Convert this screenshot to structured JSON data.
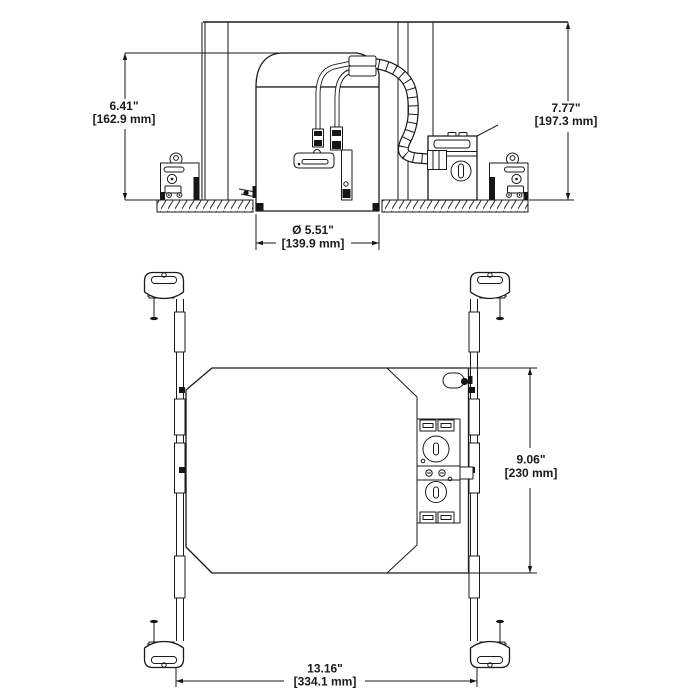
{
  "drawing": {
    "ink_color": "#1a1a1a",
    "background_color": "#ffffff"
  },
  "dims": {
    "housing_height": {
      "in": "6.41\"",
      "mm": "[162.9 mm]"
    },
    "overall_height": {
      "in": "7.77\"",
      "mm": "[197.3 mm]"
    },
    "aperture_diameter": {
      "in": "Ø 5.51\"",
      "mm": "[139.9 mm]"
    },
    "frame_depth": {
      "in": "9.06\"",
      "mm": "[230 mm]"
    },
    "frame_width": {
      "in": "13.16\"",
      "mm": "[334.1 mm]"
    }
  }
}
